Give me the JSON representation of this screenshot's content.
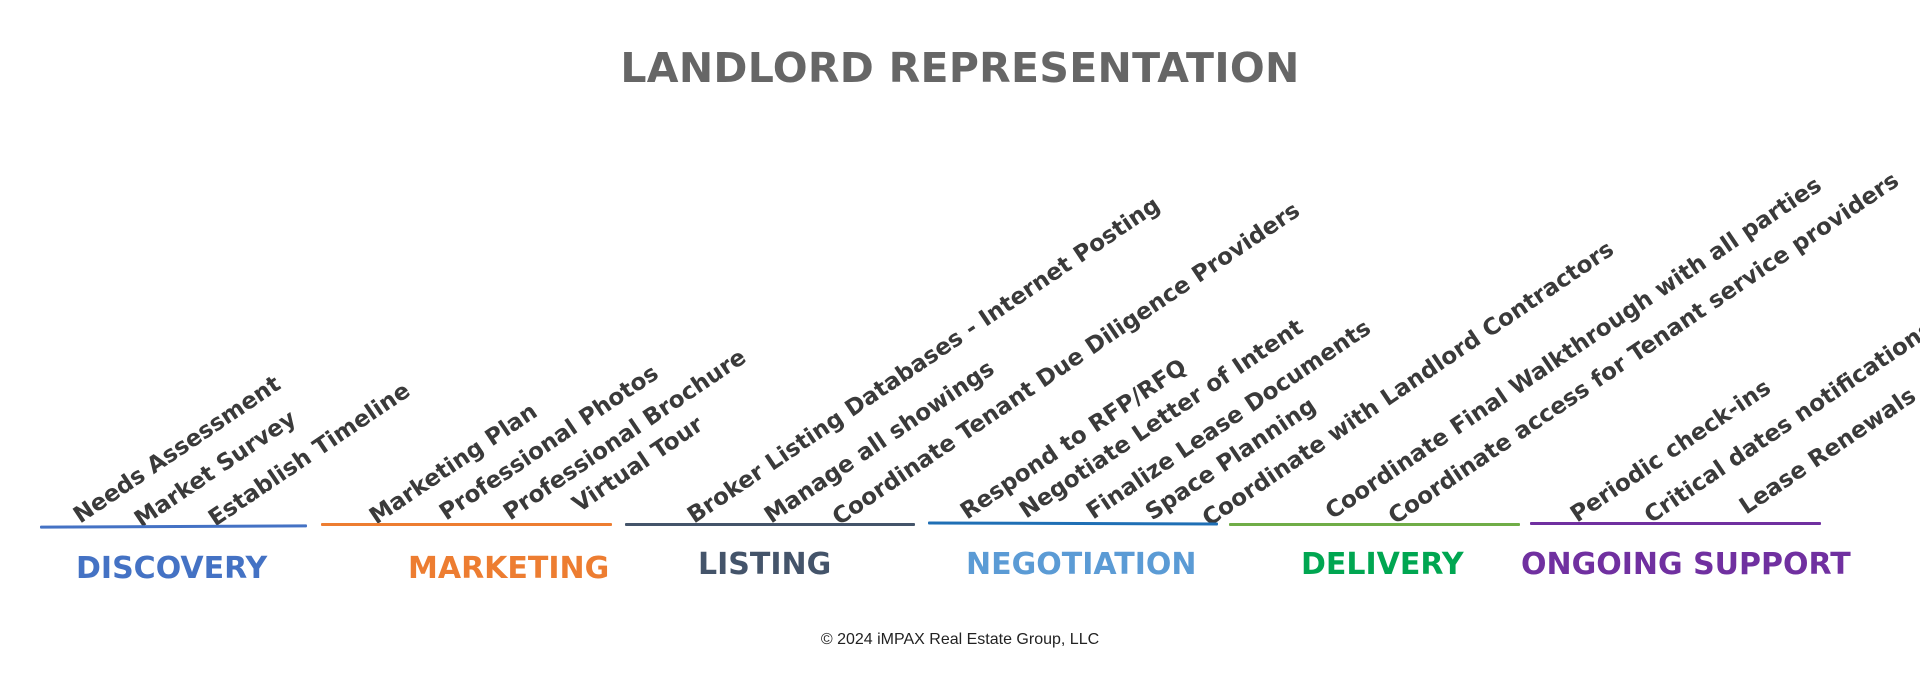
{
  "title": "LANDLORD REPRESENTATION",
  "footer": "© 2024 iMPAX Real Estate Group, LLC",
  "phases": [
    {
      "name": "DISCOVERY",
      "color": "#4472C4",
      "items": [
        "Needs Assessment",
        "Market Survey",
        "Establish Timeline"
      ]
    },
    {
      "name": "MARKETING",
      "color": "#ED7D31",
      "items": [
        "Marketing Plan",
        "Professional Photos",
        "Professional Brochure",
        "Virtual Tour"
      ]
    },
    {
      "name": "LISTING",
      "color": "#44546A",
      "items": [
        "Broker Listing Databases - Internet Posting",
        "Manage all showings",
        "Coordinate Tenant Due Diligence Providers"
      ]
    },
    {
      "name": "NEGOTIATION",
      "color": "#5B9BD5",
      "line_color": "#1F6FB5",
      "items": [
        "Respond to RFP/RFQ",
        "Negotiate Letter of Intent",
        "Finalize Lease Documents",
        "Space Planning",
        "Coordinate with Landlord Contractors"
      ]
    },
    {
      "name": "DELIVERY",
      "color": "#00A651",
      "line_color": "#70AD47",
      "items": [
        "Coordinate Final Walkthrough with all parties",
        "Coordinate access for Tenant service providers"
      ]
    },
    {
      "name": "ONGOING SUPPORT",
      "color": "#7030A0",
      "items": [
        "Periodic check-ins",
        "Critical dates notifications",
        "Lease Renewals"
      ]
    }
  ]
}
